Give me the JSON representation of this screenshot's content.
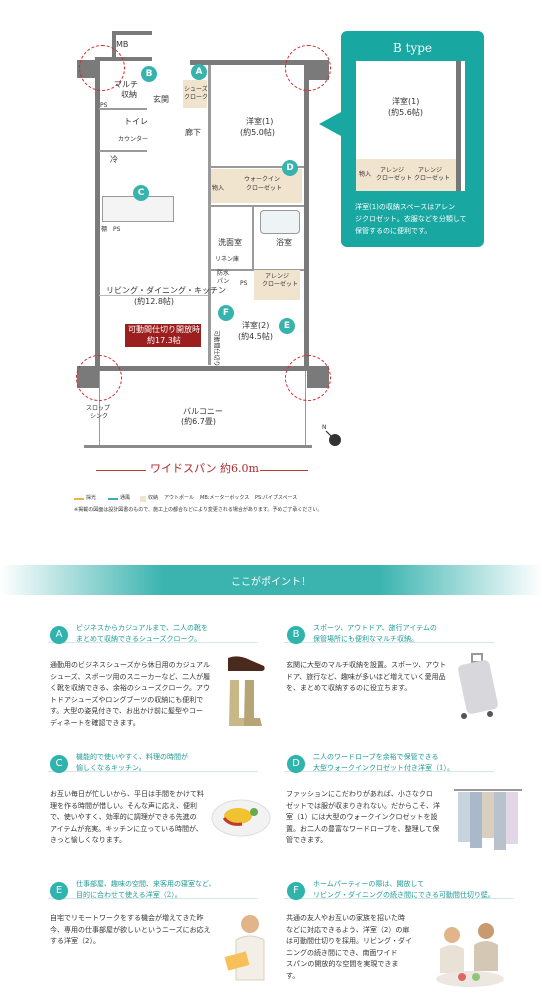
{
  "floorplan": {
    "rooms": {
      "mb": "MB",
      "multi_storage_1": "マルチ",
      "multi_storage_2": "収納",
      "genkan": "玄関",
      "shoes_1": "シューズ",
      "shoes_2": "クローク",
      "ps": "PS",
      "toilet": "トイレ",
      "counter": "カウンター",
      "hallway": "廊下",
      "fridge": "冷",
      "western1_name": "洋室(1)",
      "western1_size": "(約5.0帖)",
      "storage": "物入",
      "walkin_1": "ウォークイン",
      "walkin_2": "クローゼット",
      "shelf": "棚",
      "senmen": "洗面室",
      "bath": "浴室",
      "linen": "リネン庫",
      "bouseipan_1": "防水",
      "bouseipan_2": "パン",
      "arrange_1": "アレンジ",
      "arrange_2": "クローゼット",
      "ldk_name": "リビング・ダイニング・キッチン",
      "ldk_size": "(約12.8帖)",
      "movable_1": "可動間仕切り開放時",
      "movable_2": "約17.3帖",
      "partition": "可動間仕切り",
      "western2_name": "洋室(2)",
      "western2_size": "(約4.5帖)",
      "slop_1": "スロップ",
      "slop_2": "シンク",
      "balcony_name": "バルコニー",
      "balcony_size": "(約6.7畳)"
    },
    "badges": [
      "A",
      "B",
      "C",
      "D",
      "E",
      "F"
    ],
    "compass": "N",
    "span_label": "ワイドスパン 約6.0m",
    "legend": [
      "採光",
      "通風",
      "収納",
      "アウトポール",
      "MB:メーターボックス",
      "PS:パイプスペース"
    ],
    "note": "※掲載の図面は設計図書のもので、施工上の都合などにより変更される場合があります。予めご了承ください。"
  },
  "btype": {
    "title": "B type",
    "room_name": "洋室(1)",
    "room_size": "(約5.6帖)",
    "storage": "物入",
    "arrange_1a": "アレンジ",
    "arrange_1b": "クローゼット",
    "arrange_2a": "アレンジ",
    "arrange_2b": "クローゼット",
    "desc": [
      "洋室(1)の収納スペースはアレン",
      "ジクロゼット。衣服などを分類して",
      "保管するのに便利です。"
    ]
  },
  "section_title": "ここがポイント！",
  "points": [
    {
      "badge": "A",
      "head": [
        "ビジネスからカジュアルまで、二人の靴を",
        "まとめて収納できるシューズクローク。"
      ],
      "body": [
        "通勤用のビジネスシューズから休日用のカジュアル",
        "シューズ、スポーツ用のスニーカーなど、二人が履",
        "く靴を収納できる、余裕のシューズクローク。アウ",
        "トドアシューズやロングブーツの収納にも便利で",
        "す。大型の姿見付きで、お出かけ前に髪型やコー",
        "ディネートを確認できます。"
      ]
    },
    {
      "badge": "B",
      "head": [
        "スポーツ、アウトドア、旅行アイテムの",
        "保管場所にも便利なマルチ収納。"
      ],
      "body": [
        "玄関に大型のマルチ収納を設置。スポーツ、アウト",
        "ドア、旅行など、趣味が多いほど増えていく愛用品",
        "を、まとめて収納するのに役立ちます。"
      ]
    },
    {
      "badge": "C",
      "head": [
        "機能的で使いやすく、料理の時間が",
        "愉しくなるキッチン。"
      ],
      "body": [
        "お互い毎日が忙しいから、平日は手間をかけて料",
        "理を作る時間が惜しい。そんな声に応え、便利",
        "で、使いやすく、効率的に調理ができる先進の",
        "アイテムが充実。キッチンに立っている時間が、",
        "きっと愉しくなります。"
      ]
    },
    {
      "badge": "D",
      "head": [
        "二人のワードローブを余裕で保管できる",
        "大型ウォークインクロゼット付き洋室（1）。"
      ],
      "body": [
        "ファッションにこだわりがあれば、小さなクロ",
        "ゼットでは服が収まりきれない。だからこそ、洋",
        "室（1）には大型のウォークインクロゼットを設",
        "置。お二人の豊富なワードローブを、整理して保",
        "管できます。"
      ]
    },
    {
      "badge": "E",
      "head": [
        "仕事部屋、趣味の空間、来客用の寝室など、",
        "目的に合わせて使える洋室（2）。"
      ],
      "body": [
        "自宅でリモートワークをする機会が増えてきた昨",
        "今、専用の仕事部屋が欲しいというニーズにお応え",
        "する洋室（2）。"
      ]
    },
    {
      "badge": "F",
      "head": [
        "ホームパーティーの際は、開放して",
        "リビング・ダイニングの続き間にできる可動間仕切り壁。"
      ],
      "body": [
        "共通の友人やお互いの家族を招いた時",
        "などに対応できるよう、洋室（2）の扉",
        "は可動間仕切りを採用。リビング・ダイ",
        "ニングの続き間にでき、南面ワイド",
        "スパンの開放的な空間を実現できま",
        "す。"
      ]
    }
  ]
}
